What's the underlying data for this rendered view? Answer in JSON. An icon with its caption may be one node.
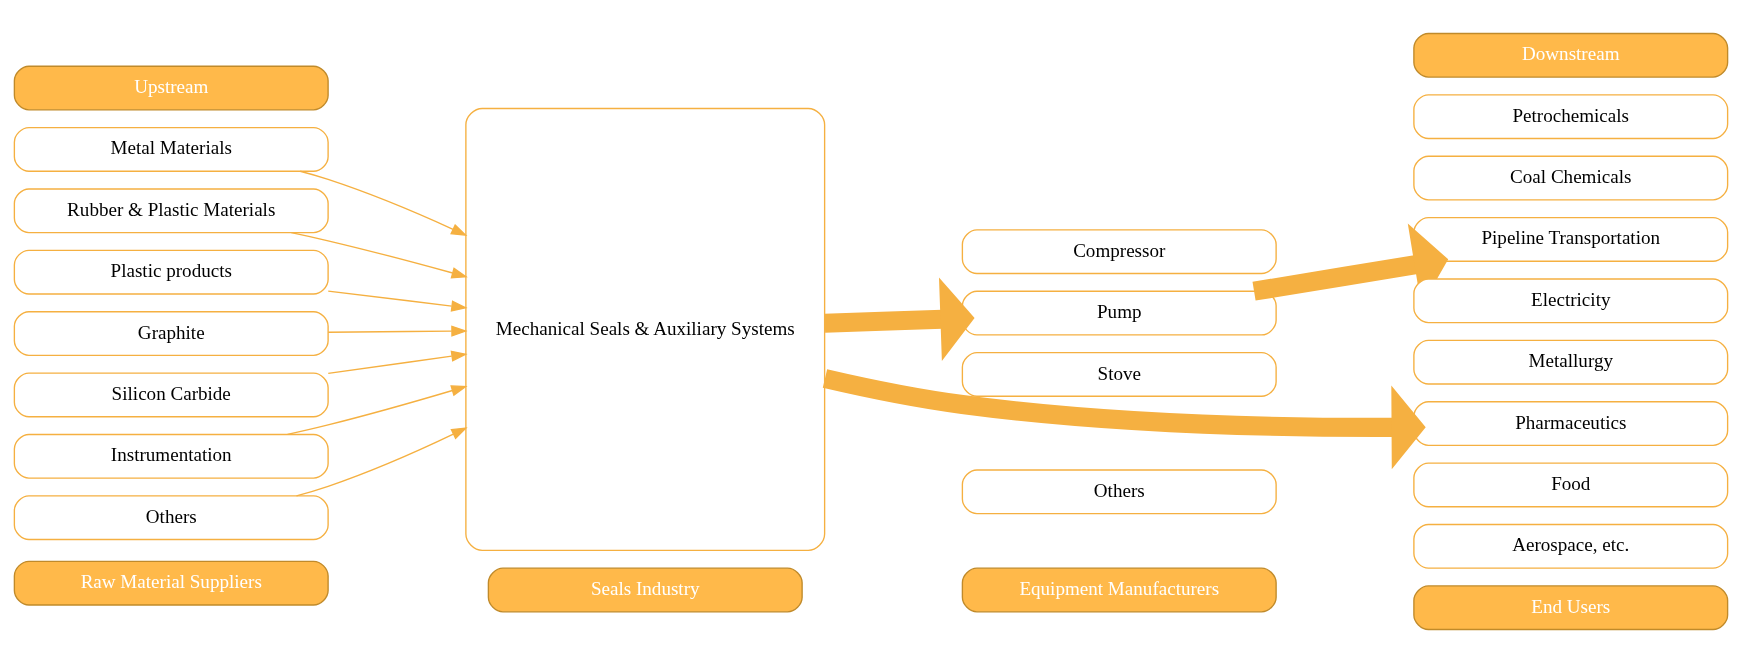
{
  "diagram": {
    "nodes": [
      {
        "text": [
          "Upstream"
        ]
      },
      {
        "text": [
          "Downstream"
        ]
      },
      {
        "text": [
          "Metal Materials"
        ]
      },
      {
        "text": [
          "Rubber & Plastic Materials"
        ]
      },
      {
        "text": [
          "Plastic products"
        ]
      },
      {
        "text": [
          "Graphite"
        ]
      },
      {
        "text": [
          "Silicon Carbide"
        ]
      },
      {
        "text": [
          "Instrumentation"
        ]
      },
      {
        "text": [
          "Others"
        ]
      },
      {
        "text": [
          "Mechanical Seals & Auxiliary Systems"
        ]
      },
      {
        "text": [
          "Compressor"
        ]
      },
      {
        "text": [
          "Pump"
        ]
      },
      {
        "text": [
          "Stove"
        ]
      },
      {
        "text": [
          "Others"
        ]
      },
      {
        "text": [
          "Petrochemicals"
        ]
      },
      {
        "text": [
          "Coal Chemicals"
        ]
      },
      {
        "text": [
          "Pipeline Transportation"
        ]
      },
      {
        "text": [
          "Electricity"
        ]
      },
      {
        "text": [
          "Metallurgy"
        ]
      },
      {
        "text": [
          "Pharmaceutics"
        ]
      },
      {
        "text": [
          "Food"
        ]
      },
      {
        "text": [
          "Aerospace, etc."
        ]
      },
      {
        "text": [
          "Raw Material Suppliers"
        ]
      },
      {
        "text": [
          "Seals Industry"
        ]
      },
      {
        "text": [
          "Equipment Manufacturers"
        ]
      },
      {
        "text": [
          "End Users"
        ]
      }
    ],
    "edges": [
      {
        "from": 2,
        "to": 9,
        "arrow": "to"
      },
      {
        "from": 3,
        "to": 9,
        "arrow": "to"
      },
      {
        "from": 4,
        "to": 9,
        "arrow": "to"
      },
      {
        "from": 5,
        "to": 9,
        "arrow": "to"
      },
      {
        "from": 6,
        "to": 9,
        "arrow": "to"
      },
      {
        "from": 7,
        "to": 9,
        "arrow": "to"
      },
      {
        "from": 8,
        "to": 9,
        "arrow": "to"
      },
      {
        "from": 9,
        "to": 11,
        "arrow": "to",
        "style": "thick"
      },
      {
        "from": 11,
        "to": 16,
        "arrow": "to",
        "style": "thick"
      },
      {
        "from": 9,
        "to": 19,
        "arrow": "to",
        "style": "thick"
      }
    ]
  }
}
